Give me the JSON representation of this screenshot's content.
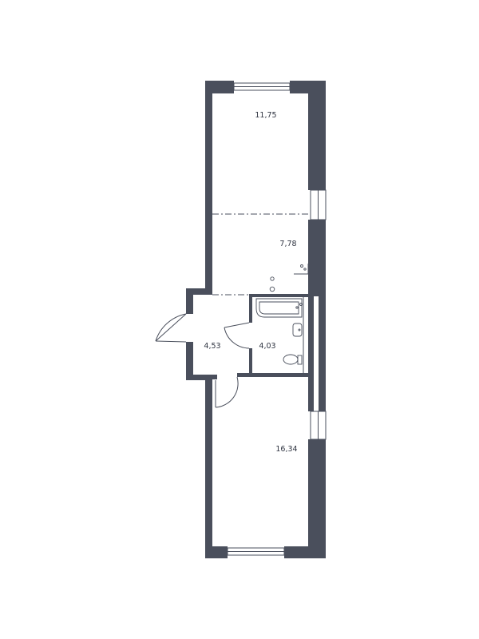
{
  "rooms": [
    {
      "id": "bedroom",
      "area": "11,75"
    },
    {
      "id": "kitchen",
      "area": "7,78"
    },
    {
      "id": "hall",
      "area": "4,53"
    },
    {
      "id": "bathroom",
      "area": "4,03"
    },
    {
      "id": "living",
      "area": "16,34"
    }
  ]
}
